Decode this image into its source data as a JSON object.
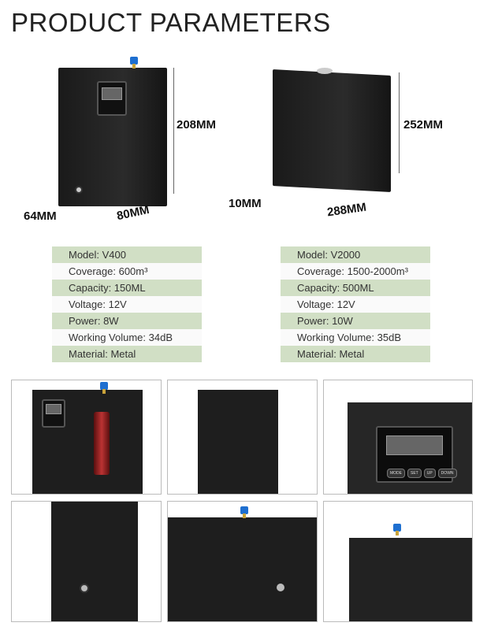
{
  "title": "PRODUCT PARAMETERS",
  "v400": {
    "dims": {
      "height": "208MM",
      "depth": "64MM",
      "width": "80MM"
    },
    "specs": [
      "Model:  V400",
      "Coverage:  600m³",
      "Capacity:  150ML",
      "Voltage:  12V",
      "Power:  8W",
      "Working Volume:  34dB",
      "Material:  Metal"
    ]
  },
  "v2000": {
    "dims": {
      "height": "252MM",
      "foot": "10MM",
      "width": "288MM"
    },
    "specs": [
      "Model:  V2000",
      "Coverage:  1500-2000m³",
      "Capacity:  500ML",
      "Voltage:  12V",
      "Power:  10W",
      "Working Volume:  35dB",
      "Material:  Metal"
    ]
  },
  "panel_buttons": [
    "MODE",
    "SET",
    "UP",
    "DOWN"
  ]
}
